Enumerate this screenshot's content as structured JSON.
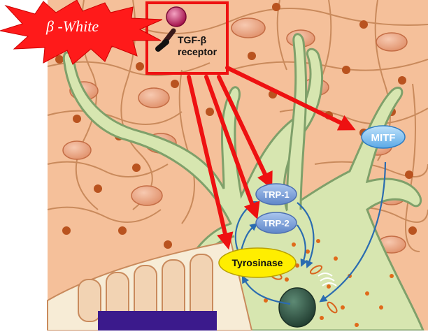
{
  "badge": {
    "label": "β -White"
  },
  "receptor": {
    "line1": "TGF-β",
    "line2": "receptor"
  },
  "nodes": {
    "mitf": "MITF",
    "trp1": "TRP-1",
    "trp2": "TRP-2",
    "tyrosinase": "Tyrosinase"
  },
  "colors": {
    "skin_cell": "#f5c09a",
    "cell_outline": "#c98a5c",
    "melanocyte": "#d7e6b0",
    "melanocyte_outline": "#7fa06a",
    "pigment": "#b9531f",
    "arrow_red": "#ee1111",
    "arrow_blue": "#2b6cb0",
    "node_blue": "#7fa3d9",
    "tyrosinase_yellow": "#ffee00",
    "badge_red": "#ff1a1a"
  }
}
